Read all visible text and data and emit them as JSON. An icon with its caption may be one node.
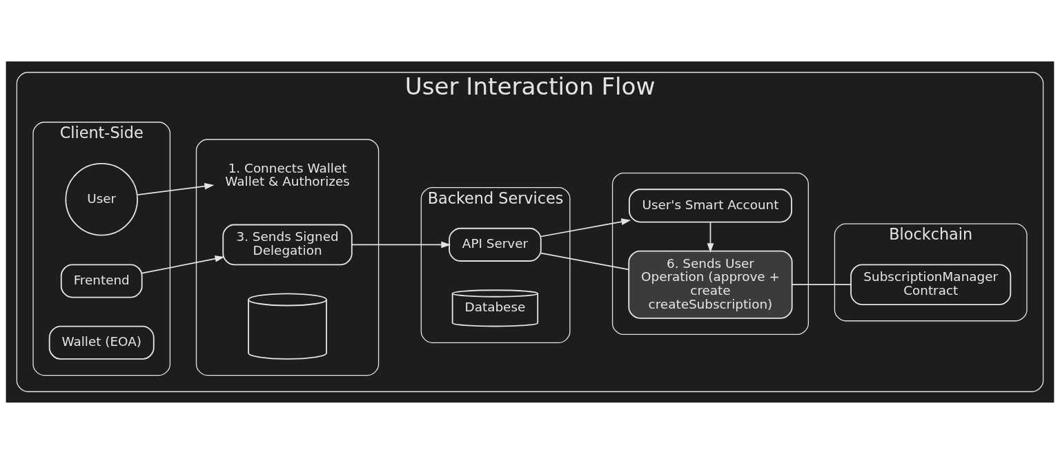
{
  "diagram": {
    "nodes": [
      {
        "text": [
          "User Interaction Flow"
        ]
      },
      {
        "text": [
          "Client-Side"
        ],
        "in": 0
      },
      {
        "text": [],
        "shape": "box",
        "in": 0
      },
      {
        "text": [
          "Backend Services"
        ],
        "in": 0
      },
      {
        "text": [],
        "shape": "box",
        "in": 0
      },
      {
        "text": [
          "Blockchain"
        ],
        "in": 0
      },
      {
        "text": [
          "User"
        ],
        "in": 1
      },
      {
        "text": [
          "Frentend"
        ],
        "in": 1
      },
      {
        "text": [
          "Wallet (EOA)"
        ],
        "in": 1
      },
      {
        "text": [
          "1. Connects Wallet Wallet & Authorizes"
        ],
        "in": 2
      },
      {
        "text": [
          "3. Sends Signed Delegation"
        ],
        "in": 2
      },
      {
        "text": [],
        "shape": "cylinder",
        "in": 2
      },
      {
        "text": [
          "API Server"
        ],
        "in": 3
      },
      {
        "text": [
          "Databese"
        ],
        "in": 3
      },
      {
        "text": [
          "User's Smart Account"
        ],
        "in": 4
      },
      {
        "text": [
          "6. Sends User Operation (approve + create createSubscription)"
        ],
        "in": 4
      },
      {
        "text": [
          "SubscriptionManager Contract"
        ],
        "in": 5
      }
    ],
    "edges": [
      {
        "from": 6,
        "to": 9,
        "arrow": "to"
      },
      {
        "from": 7,
        "to": 10,
        "arrow": "to"
      },
      {
        "from": 10,
        "to": 12,
        "arrow": "to"
      },
      {
        "from": 12,
        "to": 14,
        "arrow": "to"
      },
      {
        "from": 12,
        "to": 15,
        "arrow": "none"
      },
      {
        "from": 14,
        "to": 15,
        "arrow": "to"
      },
      {
        "from": 15,
        "to": 16,
        "arrow": "none"
      }
    ]
  }
}
